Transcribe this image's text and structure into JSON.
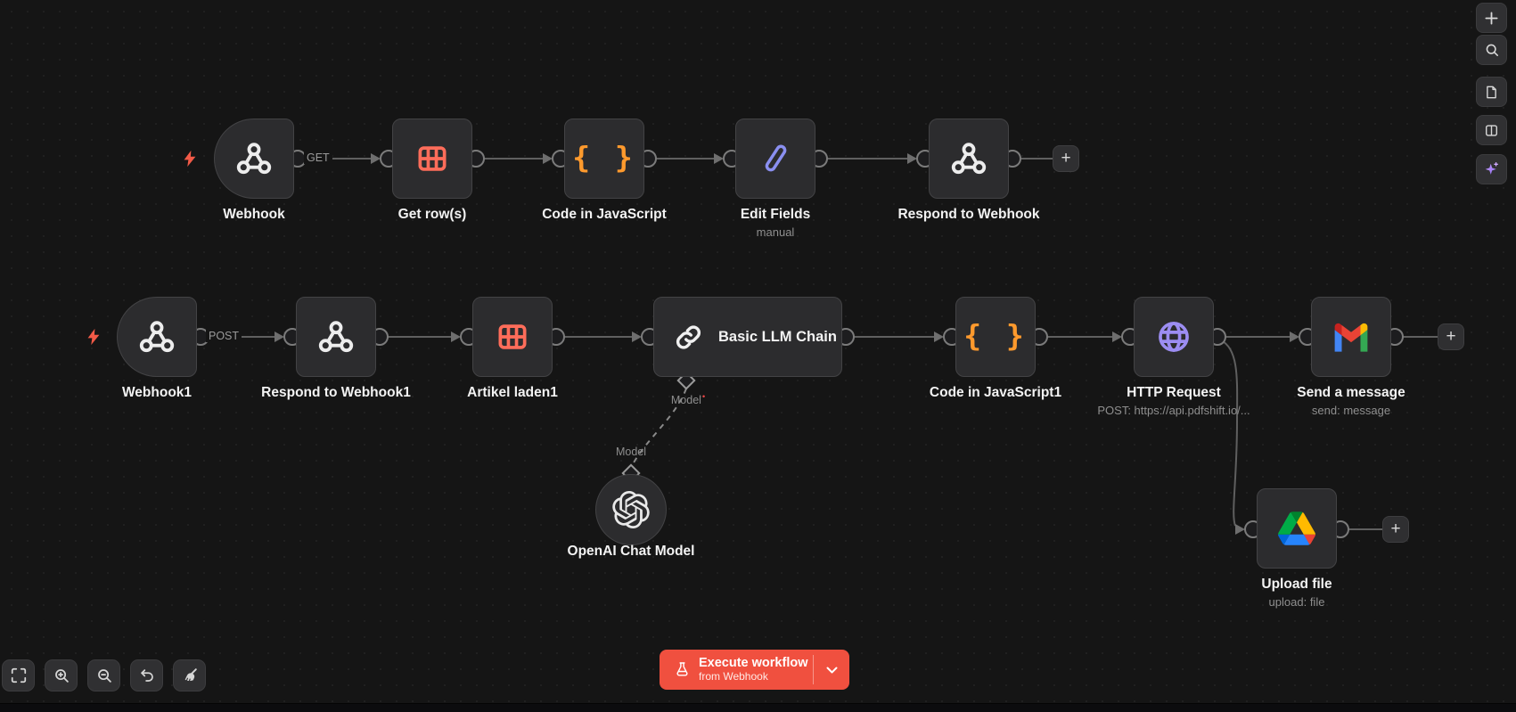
{
  "ui": {
    "plus": "+",
    "connection_labels": {
      "get": "GET",
      "post": "POST"
    },
    "execute_button": {
      "title": "Execute workflow",
      "subtitle": "from Webhook"
    },
    "required_marker": "•",
    "colors": {
      "canvas": "#151515",
      "node_bg": "#2c2c2e",
      "node_border": "#434345",
      "accent_red": "#f0503f",
      "table_icon": "#ff6d5a",
      "code_icon": "#ff9a2d",
      "pen_icon": "#8a8ff0",
      "globe_icon": "#9c8df2",
      "sparkle_icon": "#a78bfa",
      "wire": "#5f5f5f",
      "label": "#f3f3f3",
      "subtitle": "#8f8f8f"
    },
    "icon_names": [
      "webhook-icon",
      "table-icon",
      "code-braces-icon",
      "pen-icon",
      "link-icon",
      "globe-icon",
      "gmail-icon",
      "google-drive-icon",
      "openai-icon",
      "lightning-icon",
      "flask-icon",
      "chevron-down-icon",
      "fit-view-icon",
      "zoom-in-icon",
      "zoom-out-icon",
      "undo-icon",
      "tidy-up-icon",
      "plus-icon",
      "search-icon",
      "file-icon",
      "panel-icon",
      "ai-sparkle-icon"
    ]
  },
  "nodes": {
    "webhook": {
      "label": "Webhook"
    },
    "get_rows": {
      "label": "Get row(s)"
    },
    "code_js": {
      "label": "Code in JavaScript"
    },
    "edit_fields": {
      "label": "Edit Fields",
      "subtitle": "manual"
    },
    "respond_webhook": {
      "label": "Respond to Webhook"
    },
    "webhook1": {
      "label": "Webhook1"
    },
    "respond_webhook1": {
      "label": "Respond to Webhook1"
    },
    "artikel_laden1": {
      "label": "Artikel laden1"
    },
    "llm_chain": {
      "label": "Basic LLM Chain",
      "model_port_label": "Model"
    },
    "code_js1": {
      "label": "Code in JavaScript1"
    },
    "http_request": {
      "label": "HTTP Request",
      "subtitle": "POST: https://api.pdfshift.io/..."
    },
    "send_message": {
      "label": "Send a message",
      "subtitle": "send: message"
    },
    "upload_file": {
      "label": "Upload file",
      "subtitle": "upload: file"
    },
    "openai_model": {
      "label": "OpenAI Chat Model",
      "port_label": "Model"
    }
  }
}
